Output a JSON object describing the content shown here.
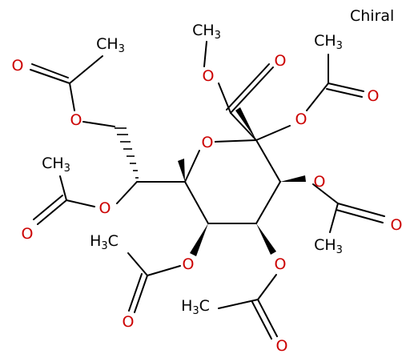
{
  "figure": {
    "chirality_label": "Chiral"
  },
  "molecule": {
    "oxygen_symbol": "O",
    "methyl_symbol": "CH",
    "methyl_subscript": "3",
    "methyl_left_c": "C",
    "methyl_left_h": "H",
    "colors": {
      "oxygen": "#cc0000",
      "carbon": "#000000",
      "background": "#ffffff"
    },
    "substituents": [
      "ring-oxygen",
      "methyl-ester",
      "acetoxy-C2",
      "acetoxy-C3",
      "acetoxy-C4",
      "acetoxy-C5",
      "acetoxy-side-chain-CH",
      "acetoxy-side-chain-CH2"
    ]
  }
}
